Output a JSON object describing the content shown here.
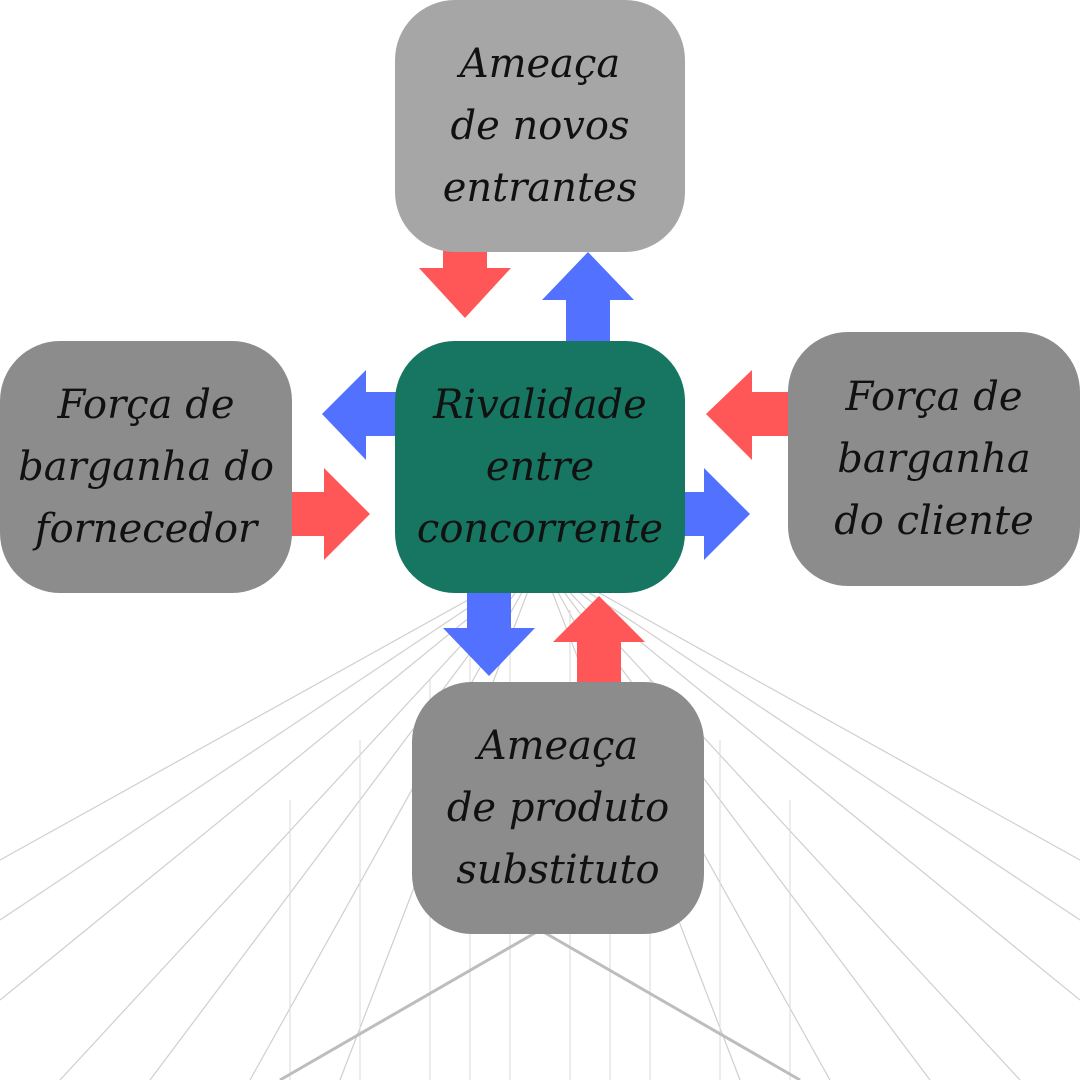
{
  "colors": {
    "center_fill": "#177662",
    "box_light": "#a6a6a6",
    "box_dark": "#8c8c8c",
    "arrow_red": "#ff5757",
    "arrow_blue": "#5271ff"
  },
  "nodes": {
    "center": "Rivalidade\nentre\nconcorrente",
    "top": "Ameaça\nde novos\nentrantes",
    "left": "Força de\nbarganha do\nfornecedor",
    "right": "Força de\nbarganha\ndo cliente",
    "bottom": "Ameaça\nde produto\nsubstituto"
  }
}
